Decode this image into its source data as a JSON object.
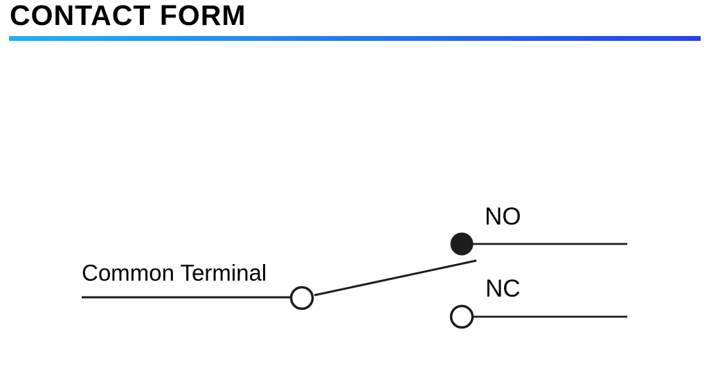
{
  "page": {
    "title": "CONTACT FORM"
  },
  "colors": {
    "title_color": "#000000",
    "label_color": "#000000",
    "rule_gradient_start": "#1fb2f8",
    "rule_gradient_end": "#2342ee",
    "diagram_line_color": "#1d1d1d"
  },
  "diagram": {
    "labels": {
      "common": "Common Terminal",
      "normally_open": "NO",
      "normally_closed": "NC"
    }
  }
}
